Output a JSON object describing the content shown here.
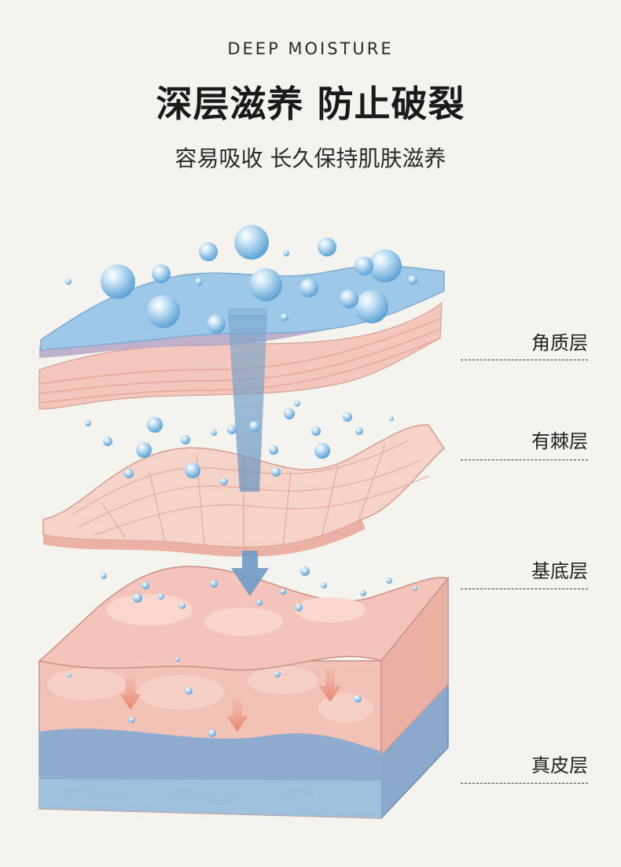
{
  "header": {
    "eyebrow": "DEEP MOISTURE",
    "title": "深层滋养 防止破裂",
    "subtitle": "容易吸收 长久保持肌肤滋养"
  },
  "layers": [
    {
      "label": "角质层"
    },
    {
      "label": "有棘层"
    },
    {
      "label": "基底层"
    },
    {
      "label": "真皮层"
    }
  ],
  "colors": {
    "background": "#f4f3ee",
    "water": "#8ec3e6",
    "skin_pink": "#f3c6bd",
    "dermis_blue": "#8faed1",
    "arrow": "#e98a75"
  }
}
